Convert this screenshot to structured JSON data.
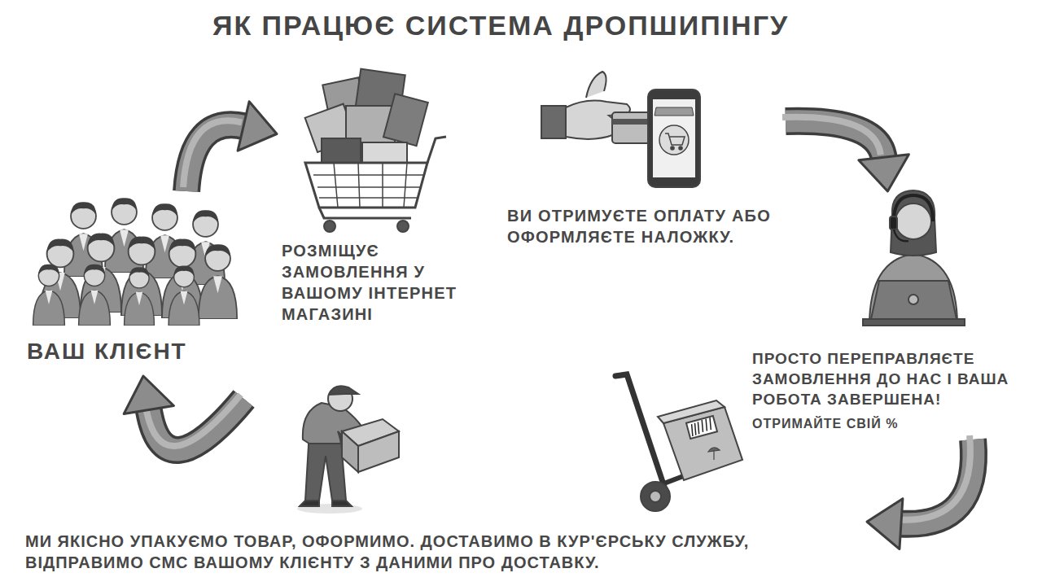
{
  "diagram": {
    "title": "ЯК ПРАЦЮЄ СИСТЕМА ДРОПШИПІНГУ",
    "nodes": [
      {
        "text": [
          "ВАШ КЛІЄНТ"
        ]
      },
      {
        "text": [
          "РОЗМІЩУЄ ЗАМОВЛЕННЯ У ВАШОМУ ІНТЕРНЕТ МАГАЗИНІ"
        ]
      },
      {
        "text": [
          "ВИ ОТРИМУЄТЕ ОПЛАТУ АБО ОФОРМЛЯЄТЕ НАЛОЖКУ."
        ]
      },
      {
        "text": [
          "ПРОСТО ПЕРЕПРАВЛЯЄТЕ ЗАМОВЛЕННЯ ДО НАС І ВАША РОБОТА ЗАВЕРШЕНА!",
          "ОТРИМАЙТЕ СВІЙ %"
        ]
      },
      {
        "text": [
          "МИ ЯКІСНО УПАКУЄМО ТОВАР, ОФОРМИМО. ДОСТАВИМО В КУР'ЄРСЬКУ СЛУЖБУ, ВІДПРАВИМО СМС ВАШОМУ КЛІЄНТУ З ДАНИМИ ПРО ДОСТАВКУ."
        ]
      }
    ],
    "edges": [
      {
        "from": 0,
        "to": 1,
        "arrow": "to"
      },
      {
        "from": 2,
        "to": 3,
        "arrow": "to"
      },
      {
        "from": 3,
        "to": 4,
        "arrow": "to"
      },
      {
        "from": 4,
        "to": 0,
        "arrow": "to"
      }
    ]
  }
}
